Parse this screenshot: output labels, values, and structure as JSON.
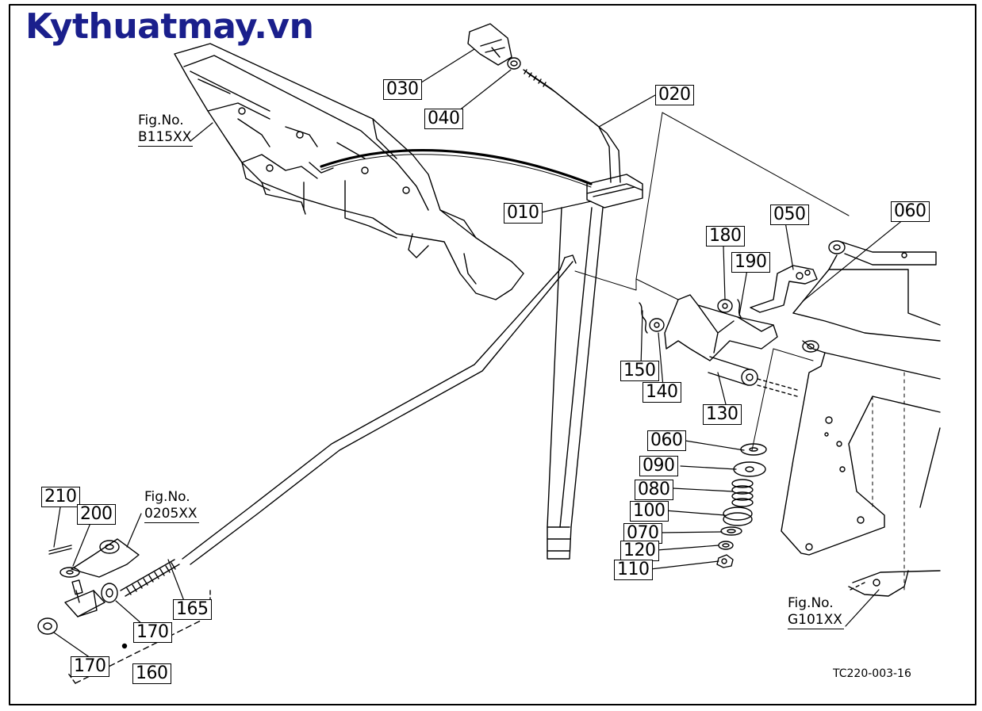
{
  "site_title": "Kythuatmay.vn",
  "drawing_code": "TC220-003-16",
  "part_labels": {
    "p010": "010",
    "p020": "020",
    "p030": "030",
    "p040": "040",
    "p050": "050",
    "p060a": "060",
    "p060b": "060",
    "p070": "070",
    "p080": "080",
    "p090": "090",
    "p100": "100",
    "p110": "110",
    "p120": "120",
    "p130": "130",
    "p140": "140",
    "p150": "150",
    "p160": "160",
    "p165": "165",
    "p170a": "170",
    "p170b": "170",
    "p180": "180",
    "p190": "190",
    "p200": "200",
    "p210": "210"
  },
  "fig_refs": {
    "b115": {
      "label": "Fig.No.",
      "value": "B115XX"
    },
    "o205": {
      "label": "Fig.No.",
      "value": "0205XX"
    },
    "g101": {
      "label": "Fig.No.",
      "value": "G101XX"
    }
  },
  "colors": {
    "title": "#1a1f8c",
    "line": "#000000",
    "background": "#ffffff"
  }
}
